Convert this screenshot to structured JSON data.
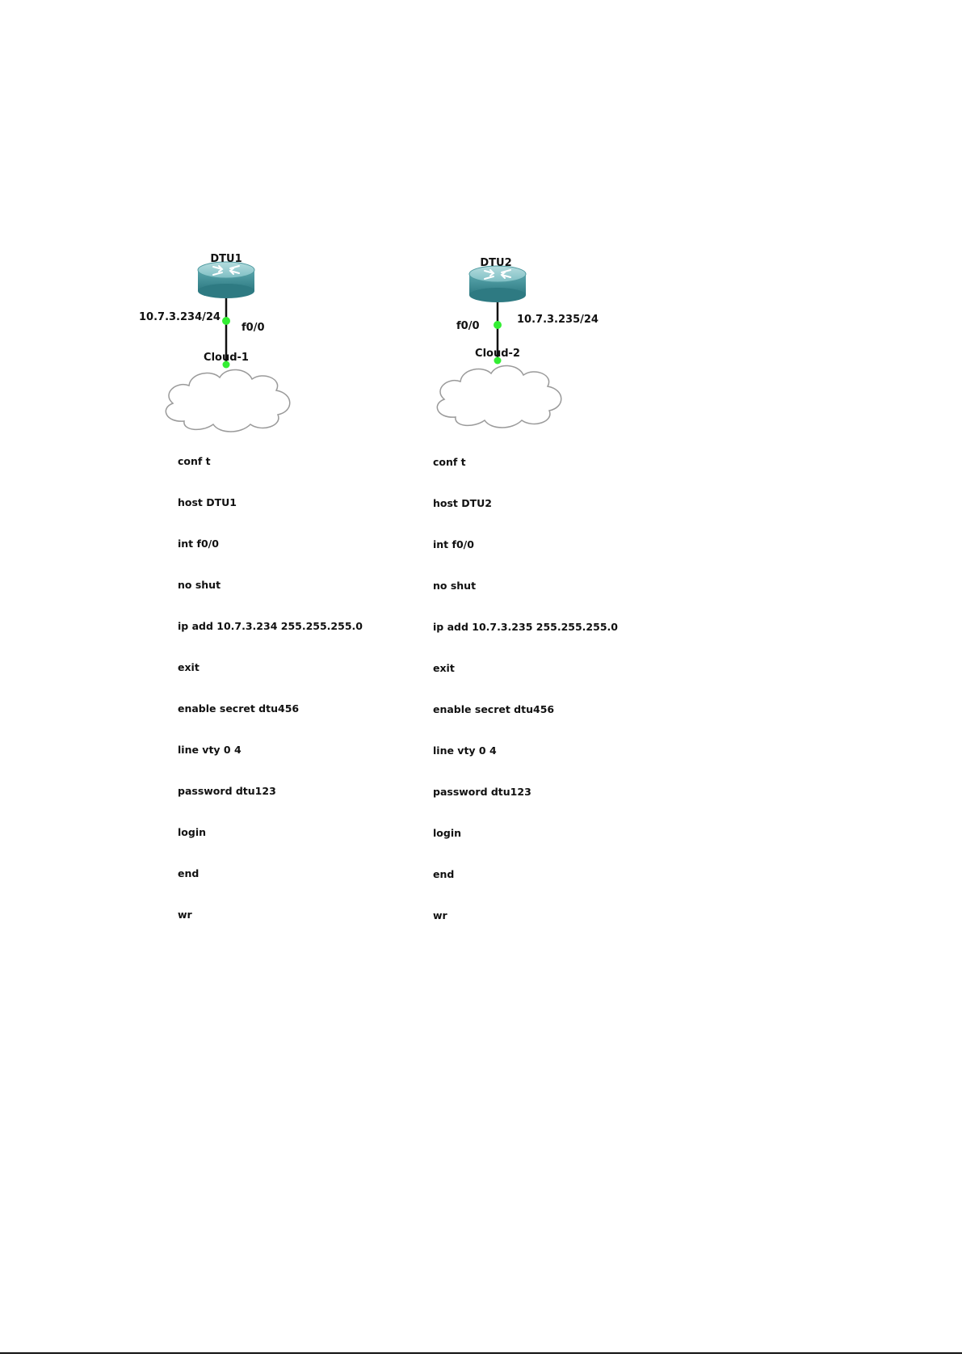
{
  "devices": [
    {
      "name": "DTU1",
      "ip": "10.7.3.234/24",
      "interface": "f0/0",
      "cloud": "Cloud-1",
      "commands": [
        "conf t",
        "host DTU1",
        "int f0/0",
        "no shut",
        "ip add 10.7.3.234 255.255.255.0",
        "exit",
        "enable secret dtu456",
        "line vty 0 4",
        "password dtu123",
        "login",
        "end",
        "wr"
      ]
    },
    {
      "name": "DTU2",
      "ip": "10.7.3.235/24",
      "interface": "f0/0",
      "cloud": "Cloud-2",
      "commands": [
        "conf t",
        "host DTU2",
        "int f0/0",
        "no shut",
        "ip add 10.7.3.235 255.255.255.0",
        "exit",
        "enable secret dtu456",
        "line vty 0 4",
        "password dtu123",
        "login",
        "end",
        "wr"
      ]
    }
  ],
  "colors": {
    "router_body": "#3d8e96",
    "router_top": "#8cc4c8",
    "link": "#111111",
    "port": "#33ee33",
    "cloud_stroke": "#9a9a9a"
  },
  "icons": [
    "router-icon",
    "cloud-icon"
  ]
}
